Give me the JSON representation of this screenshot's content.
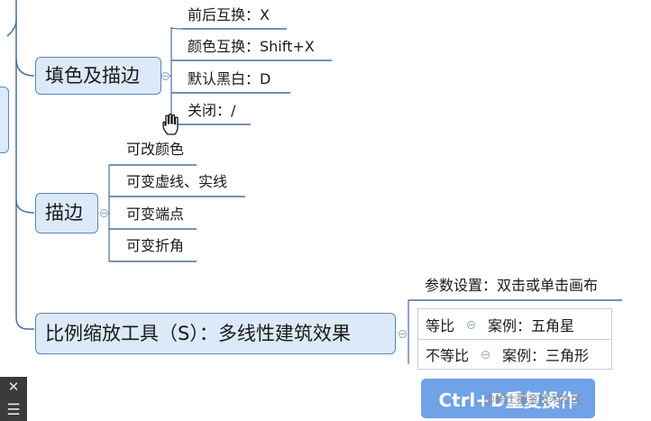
{
  "topics": {
    "fill_stroke": {
      "label": "填色及描边",
      "items": [
        "前后互换：X",
        "颜色互换：Shift+X",
        "默认黑白：D",
        "关闭：/"
      ]
    },
    "stroke": {
      "label": "描边",
      "items": [
        "可改颜色",
        "可变虚线、实线",
        "可变端点",
        "可变折角"
      ]
    },
    "scale_tool": {
      "label": "比例缩放工具（S）：多线性建筑效果",
      "params": "参数设置：双击或单击画布",
      "uniform": {
        "label": "等比",
        "example": "案例：五角星"
      },
      "non_uniform": {
        "label": "不等比",
        "example": "案例：三角形"
      }
    }
  },
  "cta": {
    "label": "Ctrl+D重复操作"
  },
  "watermark": "@稀土掘金技术社区",
  "icons": {
    "close": "close-icon",
    "menu": "menu-icon",
    "cursor": "hand-cursor-icon",
    "collapse": "collapse-toggle-icon"
  },
  "colors": {
    "topic_fill": "#dce9f8",
    "topic_border": "#5c86b6",
    "line": "#4a6f9c",
    "cta": "#6fa2e6"
  }
}
